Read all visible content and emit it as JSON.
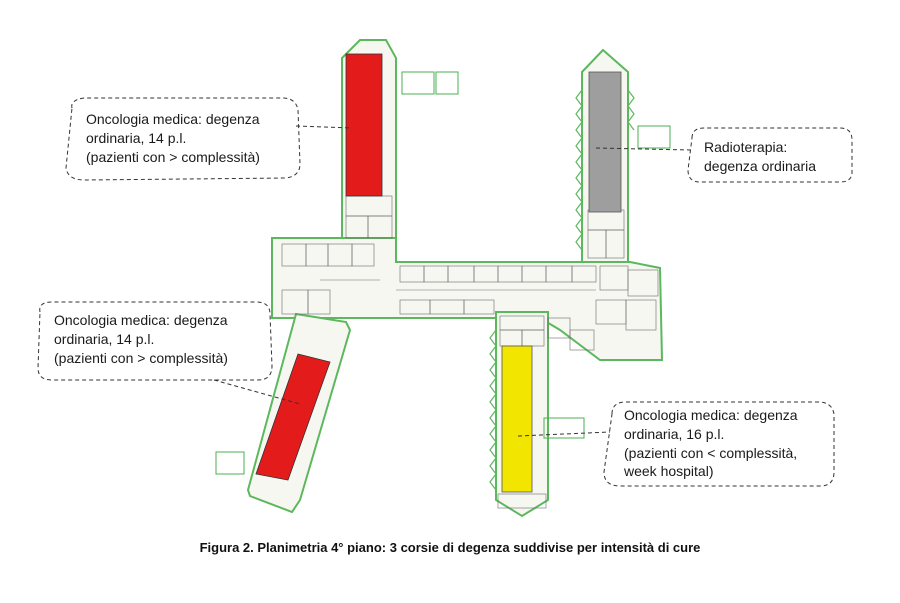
{
  "callouts": [
    {
      "lines": [
        "Oncologia medica: degenza",
        "ordinaria, 14 p.l.",
        "(pazienti con > complessità)"
      ],
      "color": "#e31b1b"
    },
    {
      "lines": [
        "Oncologia medica: degenza",
        "ordinaria, 14 p.l.",
        "(pazienti con > complessità)"
      ],
      "color": "#e31b1b"
    },
    {
      "lines": [
        "Radioterapia:",
        "degenza ordinaria"
      ],
      "color": "#9e9e9e"
    },
    {
      "lines": [
        "Oncologia medica: degenza",
        "ordinaria, 16 p.l.",
        "(pazienti con < complessità,",
        "week hospital)"
      ],
      "color": "#f2e600"
    }
  ],
  "caption": "Figura 2. Planimetria 4° piano: 3 corsie di degenza suddivise per intensità di cure",
  "colors": {
    "wall": "#4caf50",
    "line": "#555555",
    "red": "#e31b1b",
    "grey": "#9e9e9e",
    "yellow": "#f2e600"
  }
}
